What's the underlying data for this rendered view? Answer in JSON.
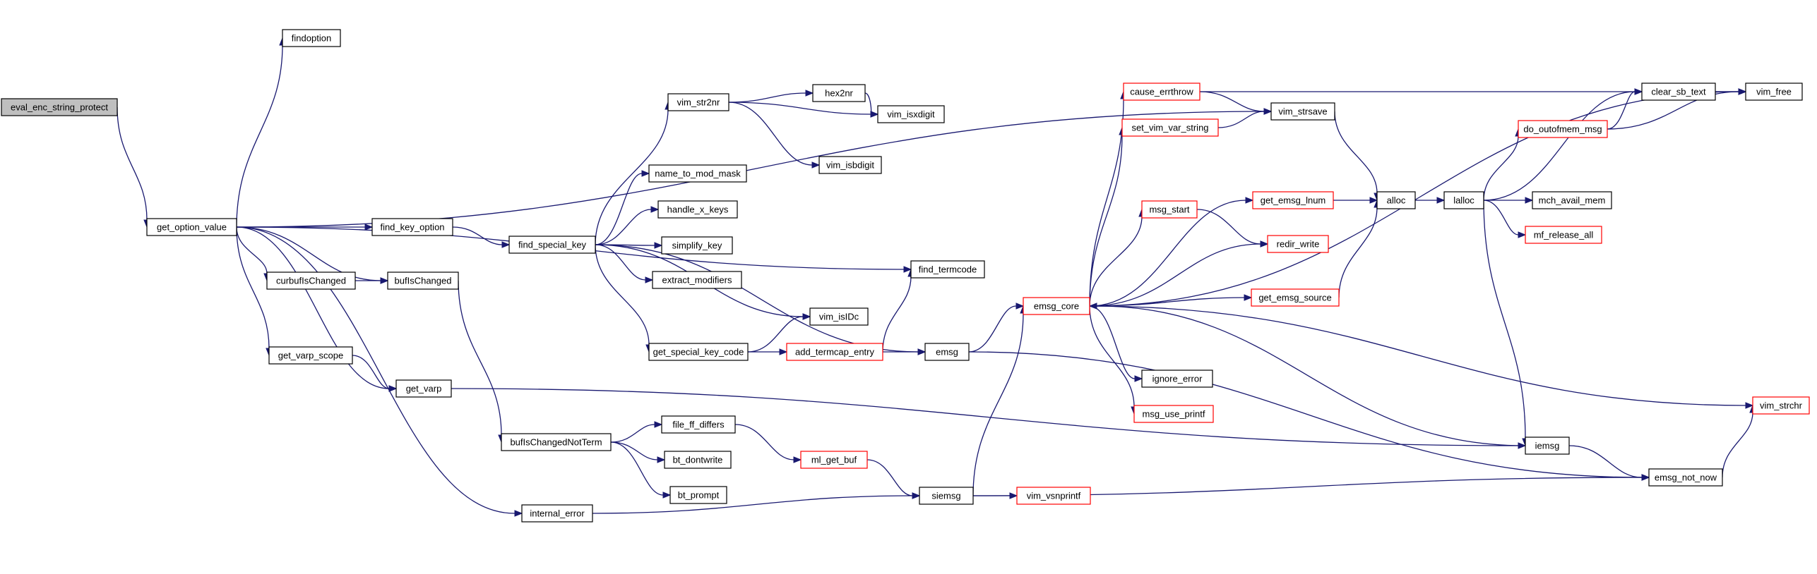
{
  "colors": {
    "edge": "#191970",
    "node_border": "#000000",
    "node_border_truncated": "#ff0000",
    "root_fill": "#bfbfbf",
    "node_fill": "#ffffff",
    "text": "#000000"
  },
  "nodes": [
    {
      "id": "eval_enc_string_protect",
      "label": "eval_enc_string_protect",
      "style": "root"
    },
    {
      "id": "get_option_value",
      "label": "get_option_value",
      "style": "normal"
    },
    {
      "id": "findoption",
      "label": "findoption",
      "style": "normal"
    },
    {
      "id": "find_key_option",
      "label": "find_key_option",
      "style": "normal"
    },
    {
      "id": "curbufIsChanged",
      "label": "curbufIsChanged",
      "style": "normal"
    },
    {
      "id": "bufIsChanged",
      "label": "bufIsChanged",
      "style": "normal"
    },
    {
      "id": "get_varp_scope",
      "label": "get_varp_scope",
      "style": "normal"
    },
    {
      "id": "get_varp",
      "label": "get_varp",
      "style": "normal"
    },
    {
      "id": "internal_error",
      "label": "internal_error",
      "style": "normal"
    },
    {
      "id": "bufIsChangedNotTerm",
      "label": "bufIsChangedNotTerm",
      "style": "normal"
    },
    {
      "id": "find_special_key",
      "label": "find_special_key",
      "style": "normal"
    },
    {
      "id": "vim_str2nr",
      "label": "vim_str2nr",
      "style": "normal"
    },
    {
      "id": "name_to_mod_mask",
      "label": "name_to_mod_mask",
      "style": "normal"
    },
    {
      "id": "handle_x_keys",
      "label": "handle_x_keys",
      "style": "normal"
    },
    {
      "id": "simplify_key",
      "label": "simplify_key",
      "style": "normal"
    },
    {
      "id": "extract_modifiers",
      "label": "extract_modifiers",
      "style": "normal"
    },
    {
      "id": "vim_isIDc",
      "label": "vim_isIDc",
      "style": "normal"
    },
    {
      "id": "get_special_key_code",
      "label": "get_special_key_code",
      "style": "normal"
    },
    {
      "id": "file_ff_differs",
      "label": "file_ff_differs",
      "style": "normal"
    },
    {
      "id": "bt_dontwrite",
      "label": "bt_dontwrite",
      "style": "normal"
    },
    {
      "id": "bt_prompt",
      "label": "bt_prompt",
      "style": "normal"
    },
    {
      "id": "hex2nr",
      "label": "hex2nr",
      "style": "normal"
    },
    {
      "id": "vim_isxdigit",
      "label": "vim_isxdigit",
      "style": "normal"
    },
    {
      "id": "vim_isbdigit",
      "label": "vim_isbdigit",
      "style": "normal"
    },
    {
      "id": "find_termcode",
      "label": "find_termcode",
      "style": "normal"
    },
    {
      "id": "add_termcap_entry",
      "label": "add_termcap_entry",
      "style": "truncated"
    },
    {
      "id": "ml_get_buf",
      "label": "ml_get_buf",
      "style": "truncated"
    },
    {
      "id": "emsg",
      "label": "emsg",
      "style": "normal"
    },
    {
      "id": "siemsg",
      "label": "siemsg",
      "style": "normal"
    },
    {
      "id": "vim_vsnprintf",
      "label": "vim_vsnprintf",
      "style": "truncated"
    },
    {
      "id": "cause_errthrow",
      "label": "cause_errthrow",
      "style": "truncated"
    },
    {
      "id": "set_vim_var_string",
      "label": "set_vim_var_string",
      "style": "truncated"
    },
    {
      "id": "emsg_core",
      "label": "emsg_core",
      "style": "truncated"
    },
    {
      "id": "get_emsg_lnum",
      "label": "get_emsg_lnum",
      "style": "truncated"
    },
    {
      "id": "msg_start",
      "label": "msg_start",
      "style": "truncated"
    },
    {
      "id": "get_emsg_source",
      "label": "get_emsg_source",
      "style": "truncated"
    },
    {
      "id": "ignore_error",
      "label": "ignore_error",
      "style": "normal"
    },
    {
      "id": "msg_use_printf",
      "label": "msg_use_printf",
      "style": "truncated"
    },
    {
      "id": "redir_write",
      "label": "redir_write",
      "style": "truncated"
    },
    {
      "id": "vim_strsave",
      "label": "vim_strsave",
      "style": "normal"
    },
    {
      "id": "alloc",
      "label": "alloc",
      "style": "normal"
    },
    {
      "id": "lalloc",
      "label": "lalloc",
      "style": "normal"
    },
    {
      "id": "do_outofmem_msg",
      "label": "do_outofmem_msg",
      "style": "truncated"
    },
    {
      "id": "clear_sb_text",
      "label": "clear_sb_text",
      "style": "normal"
    },
    {
      "id": "mch_avail_mem",
      "label": "mch_avail_mem",
      "style": "normal"
    },
    {
      "id": "mf_release_all",
      "label": "mf_release_all",
      "style": "truncated"
    },
    {
      "id": "iemsg",
      "label": "iemsg",
      "style": "normal"
    },
    {
      "id": "emsg_not_now",
      "label": "emsg_not_now",
      "style": "normal"
    },
    {
      "id": "vim_free",
      "label": "vim_free",
      "style": "normal"
    },
    {
      "id": "vim_strchr",
      "label": "vim_strchr",
      "style": "truncated"
    }
  ],
  "edges": [
    [
      "eval_enc_string_protect",
      "get_option_value"
    ],
    [
      "get_option_value",
      "findoption"
    ],
    [
      "get_option_value",
      "vim_strsave"
    ],
    [
      "get_option_value",
      "find_termcode"
    ],
    [
      "get_option_value",
      "find_key_option"
    ],
    [
      "get_option_value",
      "curbufIsChanged"
    ],
    [
      "get_option_value",
      "bufIsChanged"
    ],
    [
      "get_option_value",
      "get_varp_scope"
    ],
    [
      "get_option_value",
      "get_varp"
    ],
    [
      "get_option_value",
      "internal_error"
    ],
    [
      "find_key_option",
      "find_special_key"
    ],
    [
      "curbufIsChanged",
      "bufIsChanged"
    ],
    [
      "bufIsChanged",
      "bufIsChangedNotTerm"
    ],
    [
      "get_varp_scope",
      "get_varp"
    ],
    [
      "get_varp",
      "iemsg"
    ],
    [
      "internal_error",
      "siemsg"
    ],
    [
      "bufIsChangedNotTerm",
      "file_ff_differs"
    ],
    [
      "bufIsChangedNotTerm",
      "bt_dontwrite"
    ],
    [
      "bufIsChangedNotTerm",
      "bt_prompt"
    ],
    [
      "find_special_key",
      "vim_str2nr"
    ],
    [
      "find_special_key",
      "name_to_mod_mask"
    ],
    [
      "find_special_key",
      "handle_x_keys"
    ],
    [
      "find_special_key",
      "simplify_key"
    ],
    [
      "find_special_key",
      "extract_modifiers"
    ],
    [
      "find_special_key",
      "vim_isIDc"
    ],
    [
      "find_special_key",
      "get_special_key_code"
    ],
    [
      "find_special_key",
      "emsg"
    ],
    [
      "vim_str2nr",
      "hex2nr"
    ],
    [
      "vim_str2nr",
      "vim_isxdigit"
    ],
    [
      "vim_str2nr",
      "vim_isbdigit"
    ],
    [
      "hex2nr",
      "vim_isxdigit"
    ],
    [
      "get_special_key_code",
      "vim_isIDc"
    ],
    [
      "get_special_key_code",
      "add_termcap_entry"
    ],
    [
      "add_termcap_entry",
      "find_termcode"
    ],
    [
      "add_termcap_entry",
      "emsg"
    ],
    [
      "file_ff_differs",
      "ml_get_buf"
    ],
    [
      "ml_get_buf",
      "siemsg"
    ],
    [
      "emsg",
      "emsg_core"
    ],
    [
      "emsg",
      "emsg_not_now"
    ],
    [
      "siemsg",
      "emsg_core"
    ],
    [
      "siemsg",
      "vim_vsnprintf"
    ],
    [
      "siemsg",
      "emsg_not_now"
    ],
    [
      "emsg_core",
      "cause_errthrow"
    ],
    [
      "emsg_core",
      "set_vim_var_string"
    ],
    [
      "emsg_core",
      "vim_free"
    ],
    [
      "emsg_core",
      "get_emsg_lnum"
    ],
    [
      "emsg_core",
      "msg_start"
    ],
    [
      "emsg_core",
      "redir_write"
    ],
    [
      "emsg_core",
      "get_emsg_source"
    ],
    [
      "emsg_core",
      "ignore_error"
    ],
    [
      "emsg_core",
      "msg_use_printf"
    ],
    [
      "emsg_core",
      "vim_strchr"
    ],
    [
      "cause_errthrow",
      "vim_strsave"
    ],
    [
      "cause_errthrow",
      "vim_free"
    ],
    [
      "set_vim_var_string",
      "vim_strsave"
    ],
    [
      "get_emsg_lnum",
      "alloc"
    ],
    [
      "msg_start",
      "redir_write"
    ],
    [
      "get_emsg_source",
      "alloc"
    ],
    [
      "vim_strsave",
      "alloc"
    ],
    [
      "alloc",
      "lalloc"
    ],
    [
      "lalloc",
      "clear_sb_text"
    ],
    [
      "lalloc",
      "do_outofmem_msg"
    ],
    [
      "lalloc",
      "mch_avail_mem"
    ],
    [
      "lalloc",
      "mf_release_all"
    ],
    [
      "lalloc",
      "iemsg"
    ],
    [
      "do_outofmem_msg",
      "clear_sb_text"
    ],
    [
      "do_outofmem_msg",
      "vim_free"
    ],
    [
      "clear_sb_text",
      "vim_free"
    ],
    [
      "iemsg",
      "emsg_core"
    ],
    [
      "iemsg",
      "emsg_not_now"
    ],
    [
      "emsg_not_now",
      "vim_strchr"
    ]
  ]
}
